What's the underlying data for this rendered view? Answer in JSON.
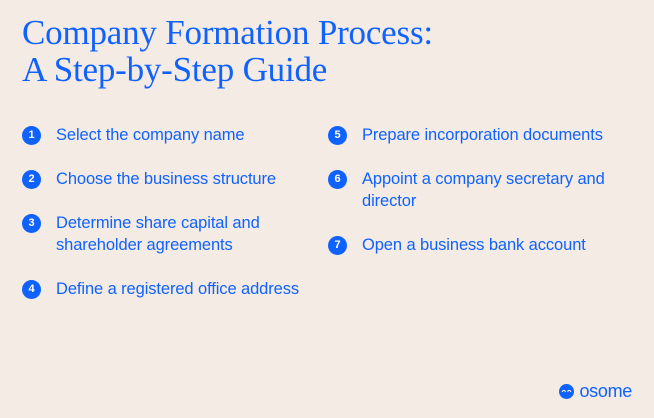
{
  "theme": {
    "background_color": "#F4EBE4",
    "accent_color": "#1062FE",
    "badge_text_color": "#FFFFFF"
  },
  "title": {
    "line1": "Company Formation Process:",
    "line2": "A Step-by-Step Guide"
  },
  "steps": {
    "left_column": [
      {
        "number": "1",
        "label": "Select the company name"
      },
      {
        "number": "2",
        "label": "Choose the business structure"
      },
      {
        "number": "3",
        "label": "Determine share capital and shareholder agreements"
      },
      {
        "number": "4",
        "label": "Define a registered office address"
      }
    ],
    "right_column": [
      {
        "number": "5",
        "label": "Prepare incorporation documents"
      },
      {
        "number": "6",
        "label": "Appoint a company secretary and director"
      },
      {
        "number": "7",
        "label": "Open a business bank account"
      }
    ]
  },
  "logo": {
    "mark_icon": "osome-face-icon",
    "wordmark": "osome"
  }
}
